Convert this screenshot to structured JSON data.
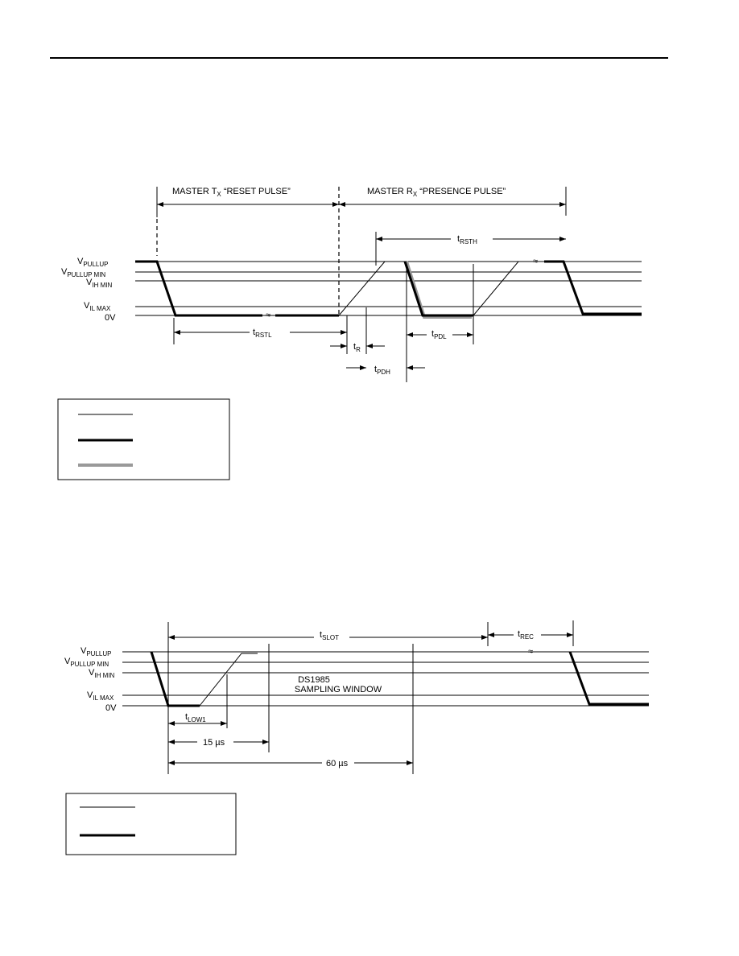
{
  "diagram1": {
    "labels": {
      "master_tx_prefix": "MASTER T",
      "master_tx_sub": "X",
      "master_tx_suffix": " “RESET PULSE”",
      "master_rx_prefix": "MASTER R",
      "master_rx_sub": "X",
      "master_rx_suffix": " “PRESENCE PULSE”"
    },
    "levels": [
      {
        "name": "V",
        "sub": "PULLUP"
      },
      {
        "name": "V",
        "sub": "PULLUP MIN"
      },
      {
        "name": "V",
        "sub": "IH MIN"
      },
      {
        "name": "V",
        "sub": "IL MAX"
      },
      {
        "name": "0V",
        "sub": ""
      }
    ],
    "timings": {
      "trsth": {
        "t": "t",
        "sub": "RSTH"
      },
      "trstl": {
        "t": "t",
        "sub": "RSTL"
      },
      "tr": {
        "t": "t",
        "sub": "R"
      },
      "tpdh": {
        "t": "t",
        "sub": "PDH"
      },
      "tpdl": {
        "t": "t",
        "sub": "PDL"
      }
    }
  },
  "diagram2": {
    "levels": [
      {
        "name": "V",
        "sub": "PULLUP"
      },
      {
        "name": "V",
        "sub": "PULLUP MIN"
      },
      {
        "name": "V",
        "sub": "IH MIN"
      },
      {
        "name": "V",
        "sub": "IL MAX"
      },
      {
        "name": "0V",
        "sub": ""
      }
    ],
    "timings": {
      "tslot": {
        "t": "t",
        "sub": "SLOT"
      },
      "trec": {
        "t": "t",
        "sub": "REC"
      },
      "tlow1": {
        "t": "t",
        "sub": "LOW1"
      },
      "t15": "15 µs",
      "t60": "60 µs"
    },
    "sampling_line1": "DS1985",
    "sampling_line2": "SAMPLING WINDOW"
  }
}
